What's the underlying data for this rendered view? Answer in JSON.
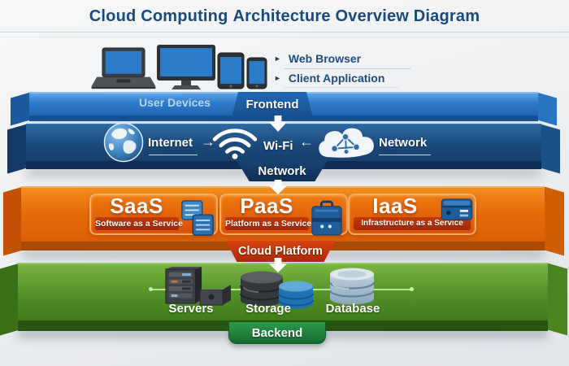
{
  "title": {
    "emphasis": "Cloud Computing",
    "rest": "Architecture Overview Diagram"
  },
  "frontend": {
    "device_icons": [
      "laptop-icon",
      "monitor-icon",
      "tablet-icon",
      "smartphone-icon"
    ],
    "client_items": [
      {
        "bullet": "►",
        "label": "Web Browser"
      },
      {
        "bullet": "►",
        "label": "Client Application"
      }
    ],
    "ribbon_label": "User Devices",
    "tab_label": "Frontend"
  },
  "network": {
    "nodes": [
      {
        "icon": "globe-icon",
        "label": "Internet"
      },
      {
        "icon": "wifi-icon",
        "label": "Wi-Fi"
      },
      {
        "icon": "cloud-network-icon",
        "label": "Network"
      }
    ],
    "arrow_forward": "→",
    "arrow_back": "←",
    "tab_label": "Network"
  },
  "platform": {
    "services": [
      {
        "abbr": "SaaS",
        "name": "Software as a Service",
        "icon": "server-stack-icon"
      },
      {
        "abbr": "PaaS",
        "name": "Platform as a Service",
        "icon": "toolbox-icon"
      },
      {
        "abbr": "IaaS",
        "name": "Infrastructure as a Service",
        "icon": "wallet-icon"
      }
    ],
    "tab_label": "Cloud Platform"
  },
  "backend": {
    "resources": [
      {
        "icon": "server-tower-icon",
        "label": "Servers"
      },
      {
        "icon": "storage-disks-icon",
        "label": "Storage"
      },
      {
        "icon": "database-icon",
        "label": "Database"
      }
    ],
    "tab_label": "Backend"
  },
  "colors": {
    "title_navy": "#1a4a7c",
    "frontend_blue": "#2f7ccd",
    "network_navy": "#1c4a7c",
    "platform_orange": "#e66c0a",
    "platform_red": "#c0390b",
    "backend_green": "#539327",
    "device_screen_blue": "#2b7bc8",
    "service_icon_blue": "#1f5c9a"
  }
}
